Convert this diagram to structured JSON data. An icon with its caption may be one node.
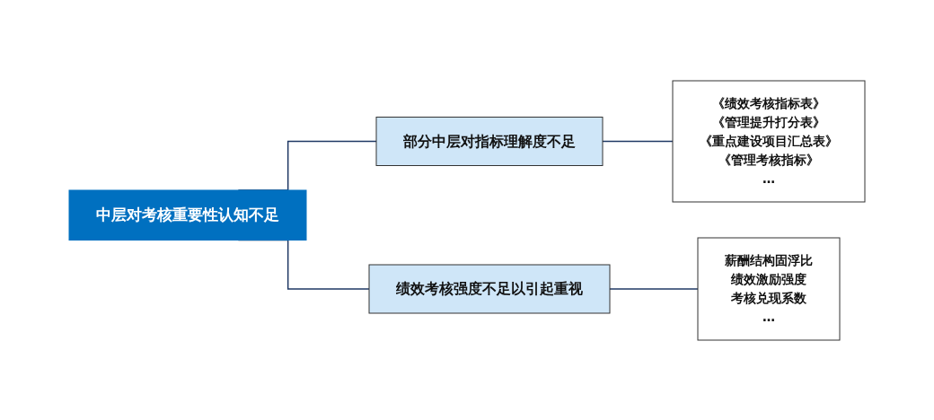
{
  "diagram": {
    "nodes": [
      {
        "text": [
          "中层对考核重要性认知不足"
        ]
      },
      {
        "text": [
          "部分中层对指标理解度不足"
        ]
      },
      {
        "text": [
          "绩效考核强度不足以引起重视"
        ]
      },
      {
        "text": [
          "《绩效考核指标表》",
          "《管理提升打分表》",
          "《重点建设项目汇总表》",
          "《管理考核指标》",
          "…"
        ]
      },
      {
        "text": [
          "薪酬结构固浮比",
          "绩效激励强度",
          "考核兑现系数",
          "…"
        ]
      }
    ],
    "edges": [
      {
        "from": 0,
        "to": 1,
        "arrow": "none"
      },
      {
        "from": 0,
        "to": 2,
        "arrow": "none"
      },
      {
        "from": 1,
        "to": 3,
        "arrow": "none"
      },
      {
        "from": 2,
        "to": 4,
        "arrow": "none"
      }
    ]
  }
}
